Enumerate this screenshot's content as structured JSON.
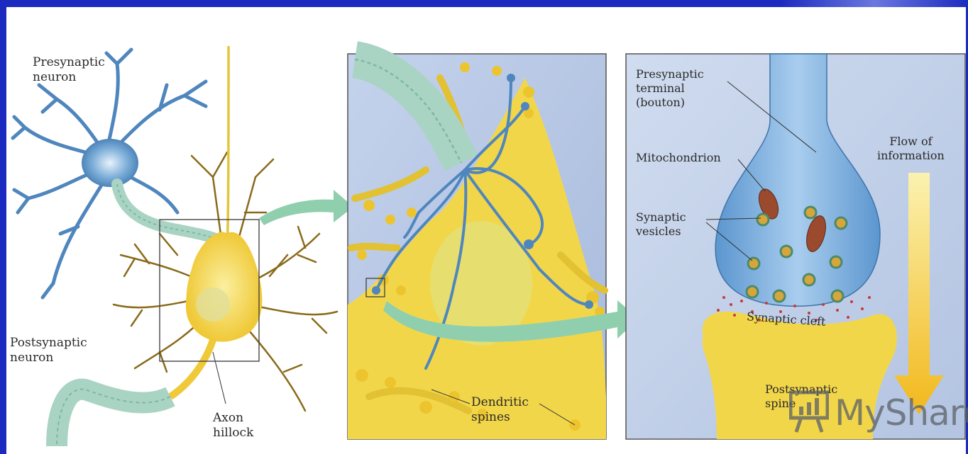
{
  "panel1": {
    "presynaptic_neuron": "Presynaptic\nneuron",
    "postsynaptic_neuron": "Postsynaptic\nneuron",
    "axon_hillock": "Axon\nhillock"
  },
  "panel2": {
    "dendritic_spines": "Dendritic\nspines"
  },
  "panel3": {
    "presynaptic_terminal": "Presynaptic\nterminal\n(bouton)",
    "mitochondrion": "Mitochondrion",
    "synaptic_vesicles": "Synaptic\nvesicles",
    "synaptic_cleft": "Synaptic cleft",
    "postsynaptic_spine": "Postsynaptic\nspine",
    "flow_of_information": "Flow of\ninformation"
  },
  "watermark": {
    "text": "MyShare",
    "icon": "presentation-chart-icon"
  },
  "colors": {
    "frame_blue": "#1b2bbf",
    "neuron_blue": "#5b92c4",
    "soma_yellow": "#f2d64a",
    "axon_green": "#a9d4c4",
    "panel_bg": "#b8c8e4",
    "arrow_green": "#8fcfae",
    "flow_arrow": "#f5c531"
  }
}
